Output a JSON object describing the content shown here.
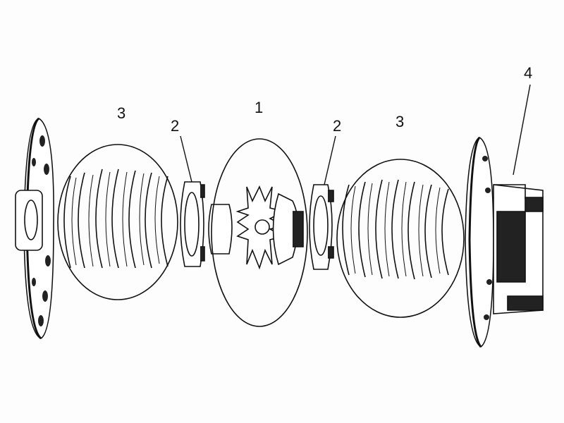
{
  "diagram": {
    "callouts": [
      {
        "id": "left-clutch-pack",
        "label": "3"
      },
      {
        "id": "left-side-ring",
        "label": "2"
      },
      {
        "id": "gear-set",
        "label": "1"
      },
      {
        "id": "right-side-ring",
        "label": "2"
      },
      {
        "id": "right-clutch-pack",
        "label": "3"
      },
      {
        "id": "case-hub",
        "label": "4"
      }
    ],
    "colors": {
      "ink": "#111111",
      "background": "#fdfdfd",
      "fill": "#2a2a2a"
    }
  }
}
